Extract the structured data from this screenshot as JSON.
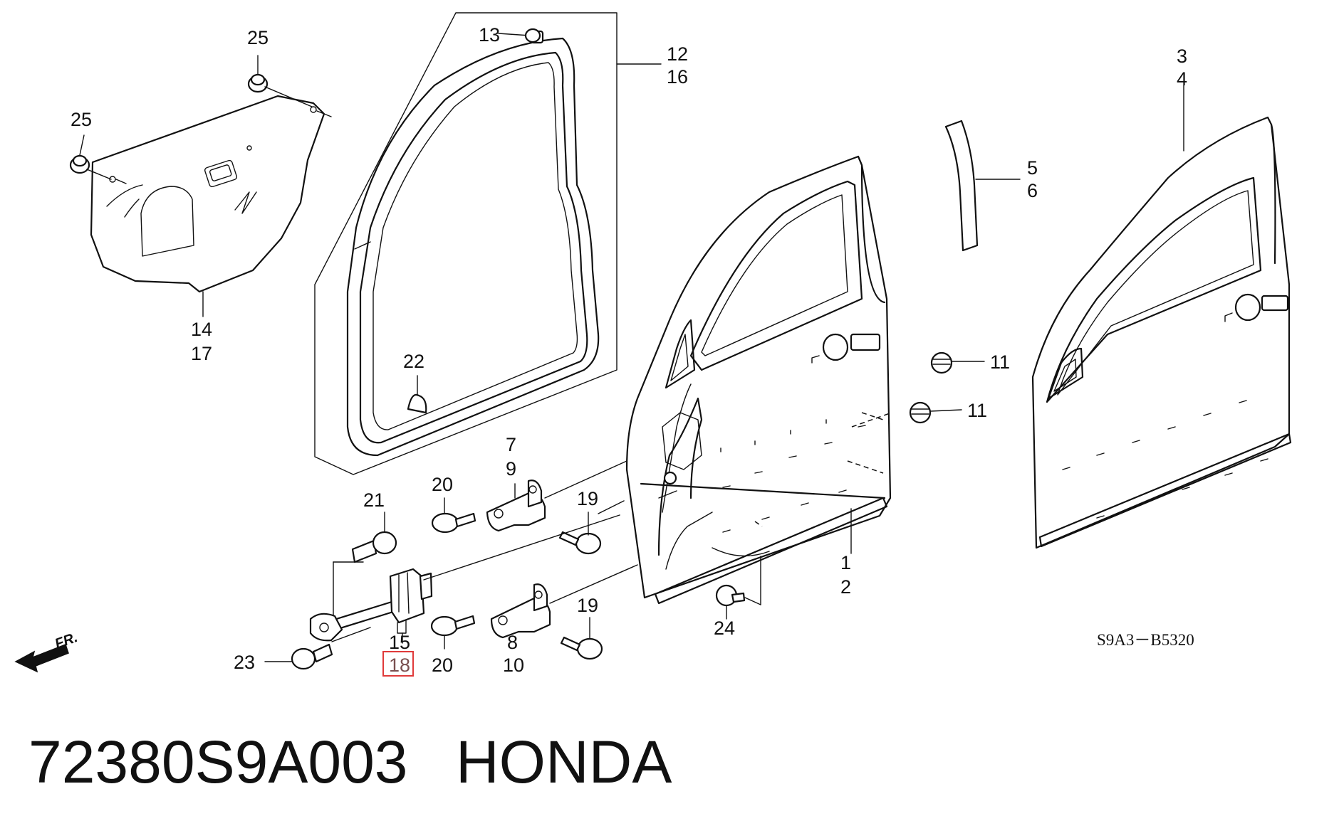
{
  "diagram": {
    "callouts": [
      {
        "id": "c25a",
        "text": "25"
      },
      {
        "id": "c25b",
        "text": "25"
      },
      {
        "id": "c13",
        "text": "13"
      },
      {
        "id": "c12",
        "text": "12"
      },
      {
        "id": "c16",
        "text": "16"
      },
      {
        "id": "c3",
        "text": "3"
      },
      {
        "id": "c4",
        "text": "4"
      },
      {
        "id": "c5",
        "text": "5"
      },
      {
        "id": "c6",
        "text": "6"
      },
      {
        "id": "c14",
        "text": "14"
      },
      {
        "id": "c17",
        "text": "17"
      },
      {
        "id": "c22",
        "text": "22"
      },
      {
        "id": "c11a",
        "text": "11"
      },
      {
        "id": "c11b",
        "text": "11"
      },
      {
        "id": "c7",
        "text": "7"
      },
      {
        "id": "c9",
        "text": "9"
      },
      {
        "id": "c20a",
        "text": "20"
      },
      {
        "id": "c19a",
        "text": "19"
      },
      {
        "id": "c21",
        "text": "21"
      },
      {
        "id": "c1",
        "text": "1"
      },
      {
        "id": "c2",
        "text": "2"
      },
      {
        "id": "c19b",
        "text": "19"
      },
      {
        "id": "c24",
        "text": "24"
      },
      {
        "id": "c23",
        "text": "23"
      },
      {
        "id": "c15",
        "text": "15"
      },
      {
        "id": "c18",
        "text": "18"
      },
      {
        "id": "c20b",
        "text": "20"
      },
      {
        "id": "c8",
        "text": "8"
      },
      {
        "id": "c10",
        "text": "10"
      }
    ],
    "highlighted_callout": "18",
    "diagram_code": "S9A3－B5320",
    "direction_label": "FR.",
    "part_number": "72380S9A003",
    "brand": "HONDA"
  }
}
